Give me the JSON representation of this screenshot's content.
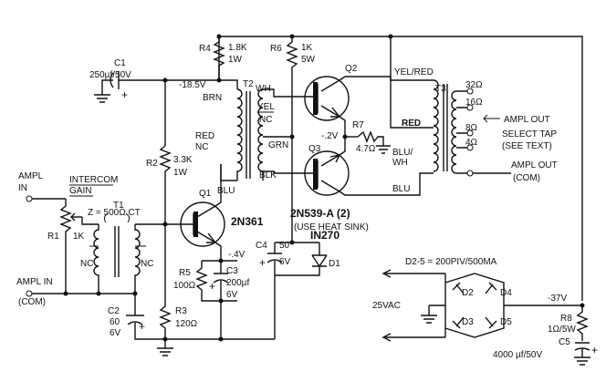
{
  "labels": {
    "ampl_in": "AMPL",
    "ampl_in2": "IN",
    "intercom": "INTERCOM",
    "gain": "GAIN",
    "r1": "R1",
    "r1_val": "1K",
    "z": "Z = 500Ω CT",
    "t1": "T1",
    "nc_left": "NC",
    "nc_right": "NC",
    "ampl_in_com": "AMPL IN",
    "com": "(COM)",
    "c1": "C1",
    "c1_val": "250µf/50V",
    "minus18": "-18.5V",
    "r4": "R4",
    "r4_val": "1.8K",
    "r4_w": "1W",
    "r2": "R2",
    "r2_val": "3.3K",
    "r2_w": "1W",
    "q1": "Q1",
    "q1_part": "2N361",
    "r5": "R5",
    "r5_val": "100Ω",
    "c3": "C3",
    "c3_val": "200µf",
    "c3_v": "6V",
    "minus4": "-.4V",
    "r3": "R3",
    "r3_val": "120Ω",
    "c2": "C2",
    "c2_val": "60",
    "c2_v": "6V",
    "t2": "T2",
    "brn": "BRN",
    "wh": "WH",
    "yel": "YEL",
    "nc_t2": "NC",
    "red": "RED",
    "nc_t2b": "NC",
    "grn": "GRN",
    "blk": "BLK",
    "blu": "BLU",
    "r6": "R6",
    "r6_val": "1K",
    "r6_w": "5W",
    "c4": "C4",
    "c4_val": "50",
    "c4_v": "6V",
    "in270": "IN270",
    "d1": "D1",
    "q2": "Q2",
    "q3": "Q3",
    "q23_part": "2N539-A (2)",
    "heat_sink": "(USE HEAT SINK)",
    "minus2": "-.2V",
    "r7": "R7",
    "r7_val": "4.7Ω",
    "t3": "T3",
    "yelred": "YEL/RED",
    "red_t3": "RED",
    "bluwh": "BLU/",
    "bluwh2": "WH",
    "blu_t3": "BLU",
    "tap32": "32Ω",
    "tap16": "16Ω",
    "tap8": "8Ω",
    "tap4": "4Ω",
    "ampl_out": "AMPL OUT",
    "select_tap": "SELECT TAP",
    "see_text": "(SEE TEXT)",
    "ampl_out2": "AMPL OUT",
    "com_out": "(COM)",
    "d25": "D2-5 = 200PIV/500MA",
    "d2": "D2",
    "d3": "D3",
    "d4": "D4",
    "d5": "D5",
    "vac": "25VAC",
    "minus37": "-37V",
    "r8": "R8",
    "r8_val": "1Ω/5W",
    "c5": "C5",
    "c5_val": "4000 µf/50V"
  }
}
